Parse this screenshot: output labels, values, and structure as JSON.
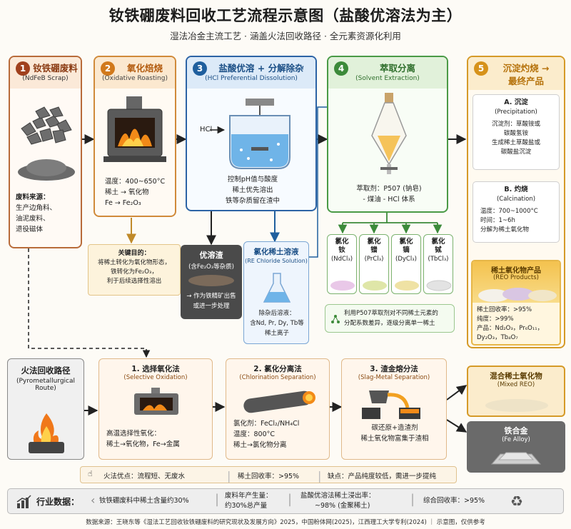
{
  "header": {
    "title": "钕铁硼废料回收工艺流程示意图（盐酸优溶法为主）",
    "subtitle": "湿法冶金主流工艺 · 涵盖火法回收路径 · 全元素资源化利用"
  },
  "steps": [
    {
      "num": "1",
      "title": "钕铁硼废料",
      "sub": "(NdFeB Scrap)",
      "body_title": "废料来源：",
      "lines": [
        "生产边角料、",
        "油泥废料、",
        "退役磁体"
      ]
    },
    {
      "num": "2",
      "title": "氧化焙烧",
      "sub": "(Oxidative Roasting)",
      "lines": [
        "温度：400~650°C",
        "稀土 → 氧化物",
        "Fe → Fe₂O₃"
      ]
    },
    {
      "num": "3",
      "title": "盐酸优溶 + 分解除杂",
      "sub": "(HCl Preferential Dissolution)",
      "hcl": "HCl",
      "lines": [
        "控制pH值与酸度",
        "稀土优先溶出",
        "铁等杂质留在渣中"
      ]
    },
    {
      "num": "4",
      "title": "萃取分离",
      "sub": "(Solvent Extraction)",
      "lines": [
        "萃取剂：P507 (钠皂)",
        "- 煤油 - HCl 体系"
      ]
    },
    {
      "num": "5",
      "title": "沉淀灼烧 →",
      "title2": "最终产品"
    }
  ],
  "note2": {
    "title": "关键目的：",
    "lines": [
      "将稀土转化为氧化物形态，",
      "铁转化为Fe₂O₃，",
      "利于后续选择性溶出"
    ]
  },
  "residue": {
    "title": "优溶渣",
    "sub": "(含Fe₂O₃等杂质)",
    "lines": [
      "→ 作为铁精矿出售",
      "或进一步处理"
    ]
  },
  "solution": {
    "title": "氯化稀土溶液",
    "sub": "(RE Chloride Solution)",
    "lines": [
      "除杂后溶液：",
      "含Nd, Pr, Dy, Tb等",
      "稀土离子"
    ]
  },
  "chlorides": [
    {
      "l1": "氯化",
      "l2": "钕",
      "l3": "(NdCl₃)",
      "color": "#e9c8e8"
    },
    {
      "l1": "氯化",
      "l2": "镨",
      "l3": "(PrCl₃)",
      "color": "#dfe6a8"
    },
    {
      "l1": "氯化",
      "l2": "镝",
      "l3": "(DyCl₃)",
      "color": "#efe2a4"
    },
    {
      "l1": "氯化",
      "l2": "铽",
      "l3": "(TbCl₃)",
      "color": "#ececec"
    }
  ],
  "extraction_note": [
    "利用P507萃取剂对不同稀土元素的",
    "分配系数差异，逐级分离单一稀土"
  ],
  "precip": {
    "title": "A. 沉淀",
    "sub": "(Precipitation)",
    "lines": [
      "沉淀剂：草酸铵或",
      "碳酸氢铵",
      "生成稀土草酸盐或",
      "碳酸盐沉淀"
    ]
  },
  "calc": {
    "title": "B. 灼烧",
    "sub": "(Calcination)",
    "lines": [
      "温度：700~1000°C",
      "时间：1~6h",
      "分解为稀土氧化物"
    ]
  },
  "reo": {
    "title": "稀土氧化物产品",
    "sub": "(REO Products)",
    "lines": [
      "稀土回收率：>95%",
      "纯度：>99%",
      "产品：Nd₂O₃，Pr₆O₁₁，",
      "Dy₂O₃，Tb₄O₇"
    ]
  },
  "pyro": {
    "title": "火法回收路径",
    "sub": "(Pyrometallurgical",
    "sub2": "Route)"
  },
  "pyro_steps": [
    {
      "title": "1. 选择氧化法",
      "sub": "(Selective Oxidation)",
      "lines": [
        "高温选择性氧化：",
        "稀土→氧化物，Fe→金属"
      ]
    },
    {
      "title": "2. 氯化分离法",
      "sub": "(Chlorination Separation)",
      "lines": [
        "氯化剂：FeCl₂/NH₄Cl",
        "温度：800°C",
        "稀土→氯化物分离"
      ]
    },
    {
      "title": "3. 渣金熔分法",
      "sub": "(Slag-Metal Separation)",
      "lines": [
        "碳还原+造渣剂",
        "稀土氧化物富集于渣相"
      ]
    }
  ],
  "mixed": {
    "title": "混合稀土氧化物",
    "sub": "(Mixed REO)"
  },
  "alloy": {
    "title": "铁合金",
    "sub": "(Fe Alloy)"
  },
  "pyro_summary": [
    "火法优点：流程短、无废水",
    "稀土回收率：>95%",
    "缺点：产品纯度较低，需进一步提纯"
  ],
  "industry": {
    "label": "行业数据：",
    "items": [
      "钕铁硼废料中稀土含量约30%",
      "废料年产生量：",
      "约30%总产量",
      "盐酸优溶法稀土浸出率：",
      "~98% (金聚稀土)",
      "综合回收率：>95%"
    ]
  },
  "source": "数据来源：王晓东等《湿法工艺回收钕铁硼废料的研究现状及发展方向》2025，中国粉体网(2025)，江西理工大学专利(2024)  ｜  示意图，仅供参考",
  "colors": {
    "orange": "#c65a17",
    "blue": "#1f5f9e",
    "green": "#3c8a3a",
    "gold": "#d18a12",
    "gray": "#555"
  }
}
